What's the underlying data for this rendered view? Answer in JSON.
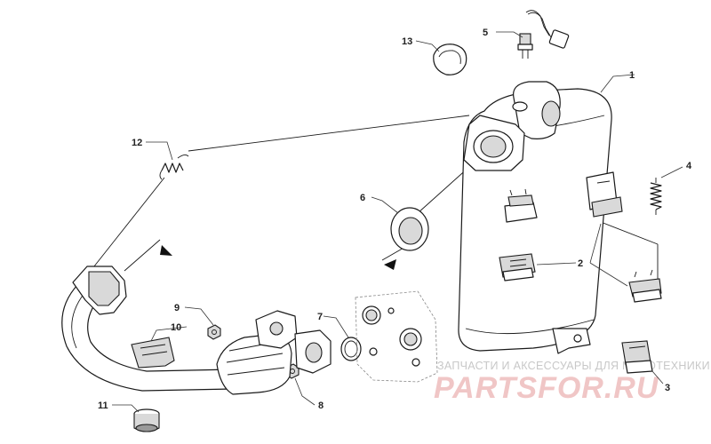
{
  "callouts": [
    {
      "id": "1",
      "label": "1"
    },
    {
      "id": "2",
      "label": "2"
    },
    {
      "id": "3",
      "label": "3"
    },
    {
      "id": "4",
      "label": "4"
    },
    {
      "id": "5",
      "label": "5"
    },
    {
      "id": "6",
      "label": "6"
    },
    {
      "id": "7",
      "label": "7"
    },
    {
      "id": "8",
      "label": "8"
    },
    {
      "id": "9",
      "label": "9"
    },
    {
      "id": "10",
      "label": "10"
    },
    {
      "id": "11",
      "label": "11"
    },
    {
      "id": "12",
      "label": "12"
    },
    {
      "id": "13",
      "label": "13"
    }
  ],
  "watermark": {
    "tagline": "ЗАПЧАСТИ И АКСЕССУАРЫ ДЛЯ МОТОТЕХНИКИ",
    "logo": "PARTSFOR.RU",
    "color": "#e8a0a0"
  }
}
